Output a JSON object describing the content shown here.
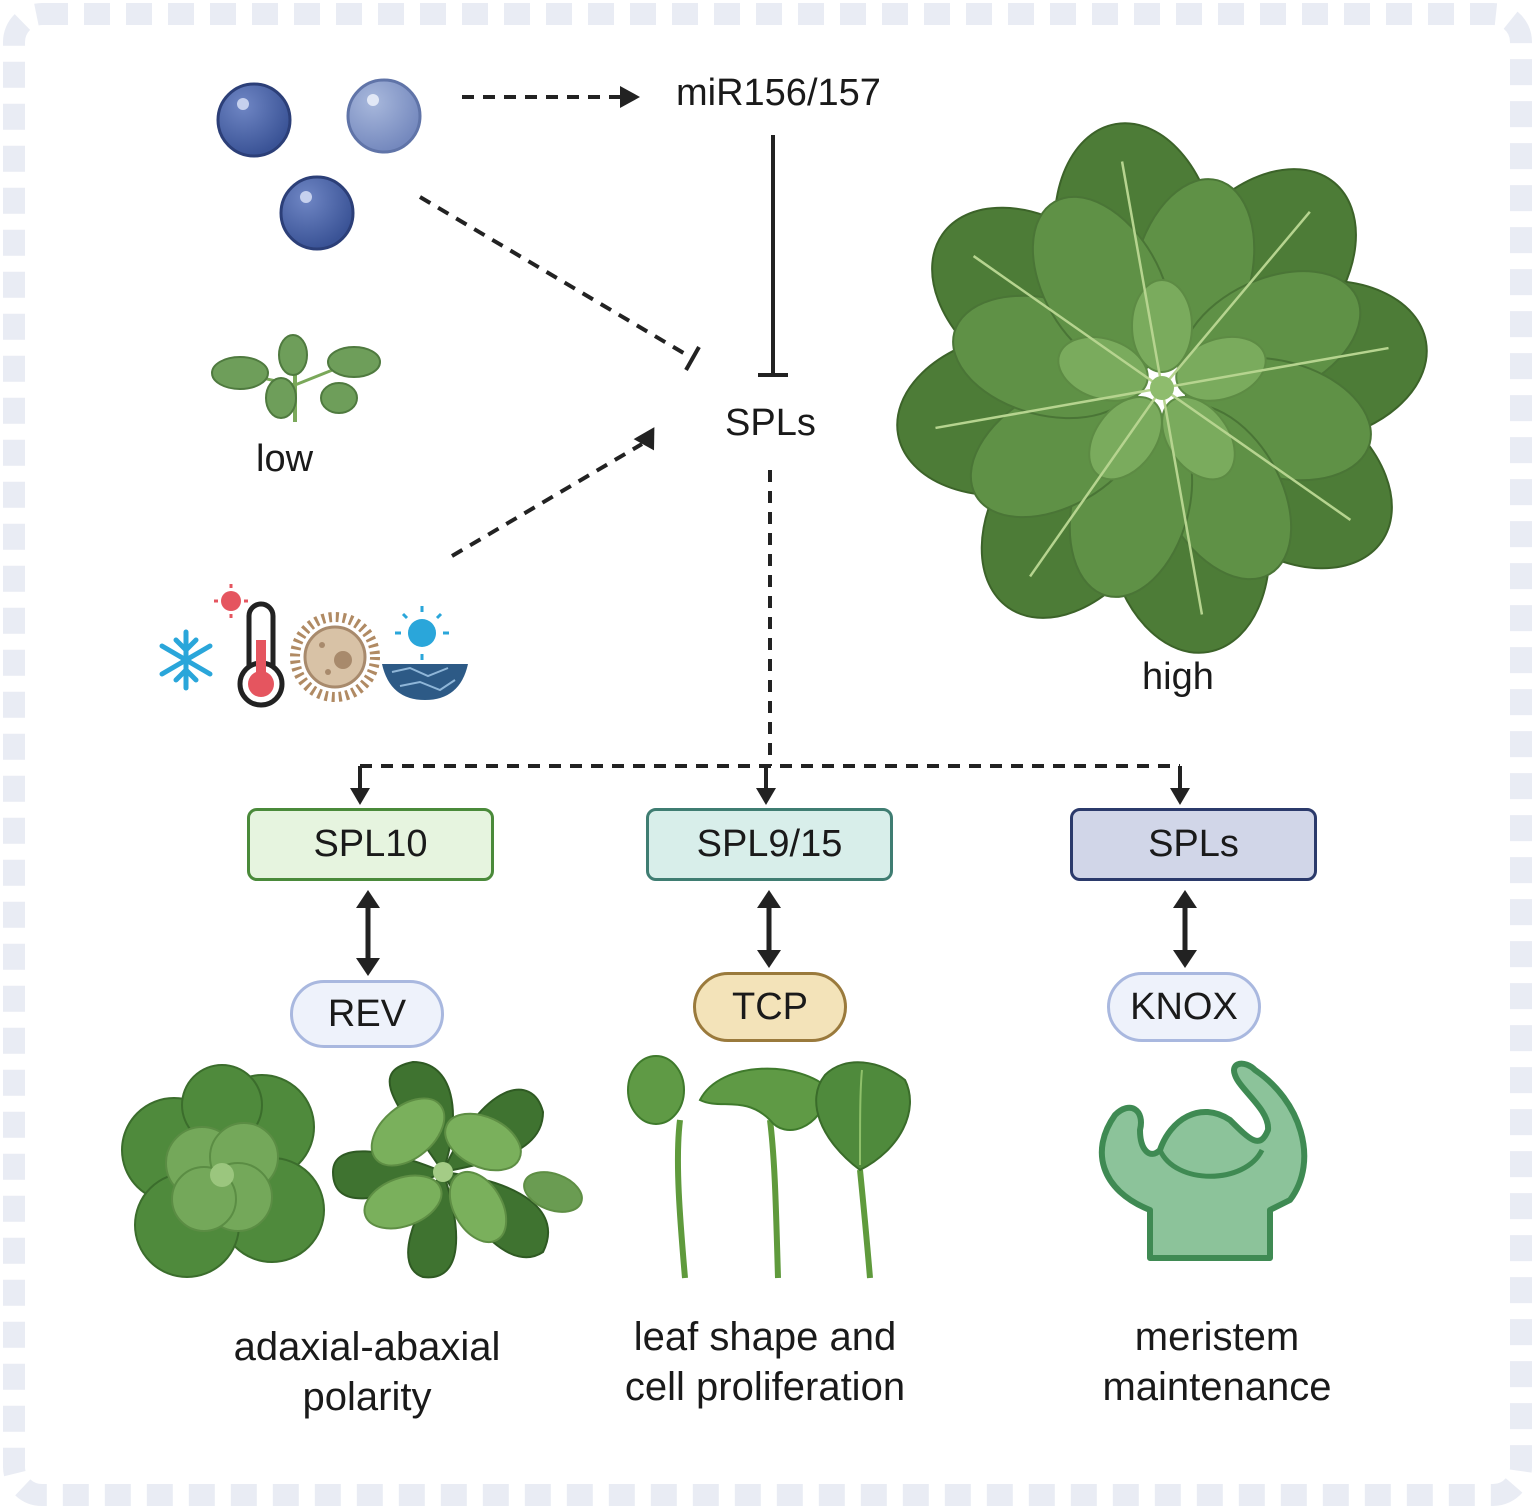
{
  "labels": {
    "mir": "miR156/157",
    "spls_center": "SPLs",
    "low": "low",
    "high": "high"
  },
  "boxes": {
    "spl10": "SPL10",
    "spl915": "SPL9/15",
    "spls": "SPLs"
  },
  "partners": {
    "rev": "REV",
    "tcp": "TCP",
    "knox": "KNOX"
  },
  "outcomes": {
    "polarity": [
      "adaxial-abaxial",
      "polarity"
    ],
    "leaf": [
      "leaf shape and",
      "cell proliferation"
    ],
    "meristem": [
      "meristem",
      "maintenance"
    ]
  },
  "colors": {
    "spl10_fill": "#e6f4df",
    "spl10_border": "#4a8a3a",
    "spl915_fill": "#d8eeea",
    "spl915_border": "#3f7d72",
    "spls_fill": "#d1d6e8",
    "spls_border": "#2b3a6b",
    "rev_fill": "#eef2fb",
    "rev_border": "#a9b8df",
    "tcp_fill": "#f3e3b9",
    "tcp_border": "#9a7a3c",
    "knox_fill": "#eef2fb",
    "knox_border": "#a9b8df"
  },
  "icons": [
    "sugar-sphere-icon",
    "seedling-icon",
    "snowflake-icon",
    "thermometer-icon",
    "pollen-icon",
    "drought-soil-icon",
    "rosette-plant-icon",
    "leaf-icon",
    "meristem-icon"
  ]
}
